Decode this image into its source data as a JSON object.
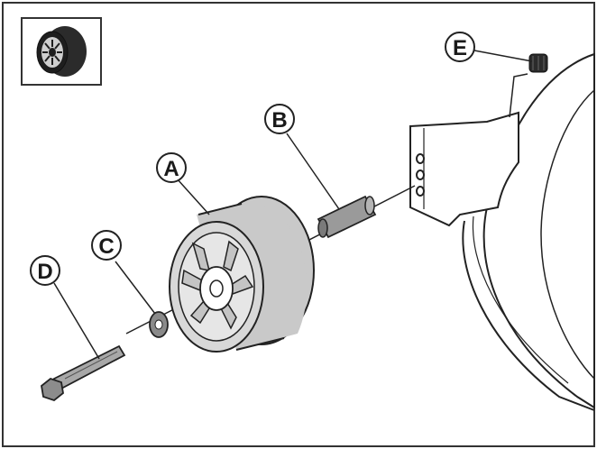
{
  "callouts": {
    "a": "A",
    "b": "B",
    "c": "C",
    "d": "D",
    "e": "E"
  },
  "parts": [
    {
      "label": "A",
      "name": "wheel"
    },
    {
      "label": "B",
      "name": "spacer sleeve"
    },
    {
      "label": "C",
      "name": "washer"
    },
    {
      "label": "D",
      "name": "bolt"
    },
    {
      "label": "E",
      "name": "nut"
    }
  ],
  "icon": "wheel-icon",
  "colors": {
    "tire": "#c9c9c9",
    "hub": "#d8d8d8",
    "line": "#222222",
    "background": "#ffffff"
  }
}
